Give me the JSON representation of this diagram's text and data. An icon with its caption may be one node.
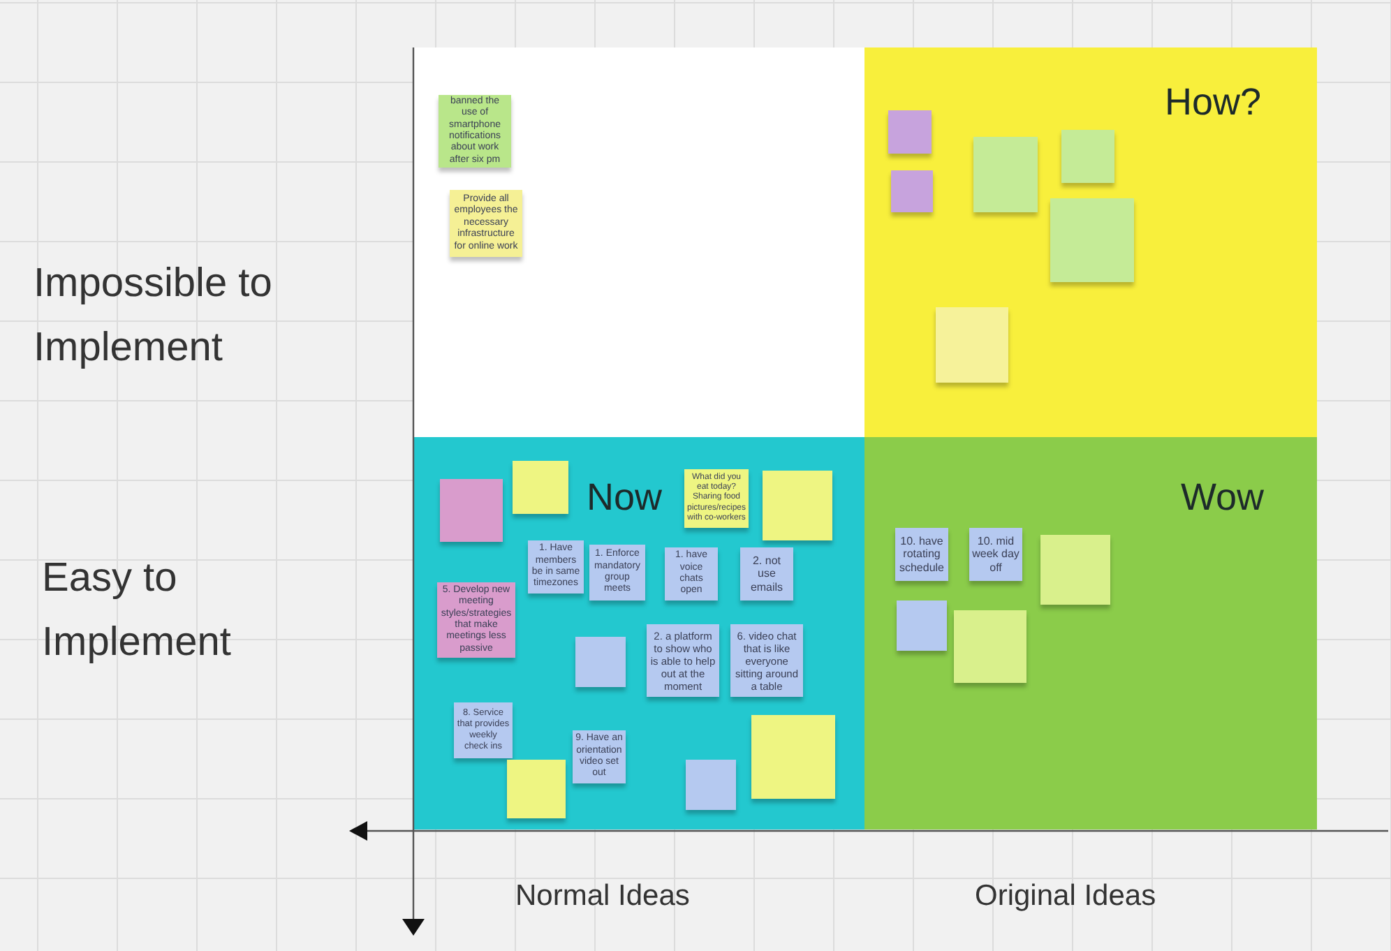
{
  "diagram": {
    "nodes": [
      {
        "text": [],
        "shape": "box"
      },
      {
        "text": [
          "banned the use of smartphone notifications about work after six pm"
        ],
        "in": 0
      },
      {
        "text": [
          "Provide all employees the necessary infrastructure for online work"
        ],
        "in": 0
      },
      {
        "text": [
          "How?"
        ]
      },
      {
        "text": [],
        "shape": "box",
        "in": 3
      },
      {
        "text": [],
        "shape": "box",
        "in": 3
      },
      {
        "text": [],
        "shape": "box",
        "in": 3
      },
      {
        "text": [],
        "shape": "box",
        "in": 3
      },
      {
        "text": [],
        "shape": "box",
        "in": 3
      },
      {
        "text": [],
        "shape": "box",
        "in": 3
      },
      {
        "text": [
          "Now"
        ]
      },
      {
        "text": [],
        "shape": "box",
        "in": 10
      },
      {
        "text": [],
        "shape": "box",
        "in": 10
      },
      {
        "text": [
          "1. Have members be in same timezones"
        ],
        "in": 10
      },
      {
        "text": [
          "1. Enforce mandatory group meets"
        ],
        "in": 10
      },
      {
        "text": [
          "What did you eat today? Sharing food pictures/recipes with co-workers"
        ],
        "in": 10
      },
      {
        "text": [],
        "shape": "box",
        "in": 10
      },
      {
        "text": [
          "1. have voice chats open"
        ],
        "in": 10
      },
      {
        "text": [
          "2. not use emails"
        ],
        "in": 10
      },
      {
        "text": [
          "5. Develop new meeting styles/strategies that make meetings less passive"
        ],
        "in": 10
      },
      {
        "text": [],
        "shape": "box",
        "in": 10
      },
      {
        "text": [
          "2. a platform to show who is able to help out at the moment"
        ],
        "in": 10
      },
      {
        "text": [
          "6. video chat that is like everyone sitting around a table"
        ],
        "in": 10
      },
      {
        "text": [
          "8. Service that provides weekly check ins"
        ],
        "in": 10
      },
      {
        "text": [
          "9. Have an orientation video set out"
        ],
        "in": 10
      },
      {
        "text": [],
        "shape": "box",
        "in": 10
      },
      {
        "text": [],
        "shape": "box",
        "in": 10
      },
      {
        "text": [],
        "shape": "box",
        "in": 10
      },
      {
        "text": [
          "Wow"
        ]
      },
      {
        "text": [
          "10. have rotating schedule"
        ],
        "in": 28
      },
      {
        "text": [
          "10. mid week day off"
        ],
        "in": 28
      },
      {
        "text": [],
        "shape": "box",
        "in": 28
      },
      {
        "text": [],
        "shape": "box",
        "in": 28
      },
      {
        "text": [],
        "shape": "box",
        "in": 28
      }
    ],
    "edges": [],
    "labels": [
      "Impossible to Implement",
      "Easy to Implement",
      "Normal Ideas",
      "Original Ideas"
    ]
  }
}
